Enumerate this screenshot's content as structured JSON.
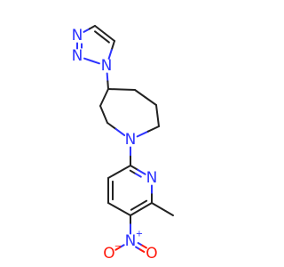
{
  "diagram": {
    "type": "chemical-structure",
    "bond_color": "#222222",
    "element_colors": {
      "N": "#2d33ff",
      "O": "#ff1a0d"
    },
    "atoms": [
      {
        "id": "tN1",
        "element": "N",
        "label": "N"
      },
      {
        "id": "tN2",
        "element": "N",
        "label": "N"
      },
      {
        "id": "tN3",
        "element": "N",
        "label": "N"
      },
      {
        "id": "tC4",
        "element": "C",
        "label": ""
      },
      {
        "id": "tC5",
        "element": "C",
        "label": ""
      },
      {
        "id": "aC4",
        "element": "C",
        "label": ""
      },
      {
        "id": "aC3",
        "element": "C",
        "label": ""
      },
      {
        "id": "aC2",
        "element": "C",
        "label": ""
      },
      {
        "id": "aN1",
        "element": "N",
        "label": "N"
      },
      {
        "id": "aC7",
        "element": "C",
        "label": ""
      },
      {
        "id": "aC6",
        "element": "C",
        "label": ""
      },
      {
        "id": "aC5",
        "element": "C",
        "label": ""
      },
      {
        "id": "pC2",
        "element": "C",
        "label": ""
      },
      {
        "id": "pN1",
        "element": "N",
        "label": "N"
      },
      {
        "id": "pC6",
        "element": "C",
        "label": ""
      },
      {
        "id": "pC5",
        "element": "C",
        "label": ""
      },
      {
        "id": "pC4",
        "element": "C",
        "label": ""
      },
      {
        "id": "pC3",
        "element": "C",
        "label": ""
      },
      {
        "id": "me",
        "element": "C",
        "label": ""
      },
      {
        "id": "nN",
        "element": "N",
        "label": "N",
        "charge": "+"
      },
      {
        "id": "nO1",
        "element": "O",
        "label": "O",
        "charge": "−"
      },
      {
        "id": "nO2",
        "element": "O",
        "label": "O"
      }
    ],
    "bonds": [
      {
        "a": "tN1",
        "b": "tN2",
        "order": 1
      },
      {
        "a": "tN2",
        "b": "tN3",
        "order": 2
      },
      {
        "a": "tN3",
        "b": "tC4",
        "order": 1
      },
      {
        "a": "tC4",
        "b": "tC5",
        "order": 2
      },
      {
        "a": "tC5",
        "b": "tN1",
        "order": 1
      },
      {
        "a": "tN1",
        "b": "aC4",
        "order": 1
      },
      {
        "a": "aC4",
        "b": "aC3",
        "order": 1
      },
      {
        "a": "aC3",
        "b": "aC2",
        "order": 1
      },
      {
        "a": "aC2",
        "b": "aN1",
        "order": 1
      },
      {
        "a": "aN1",
        "b": "aC7",
        "order": 1
      },
      {
        "a": "aC7",
        "b": "aC6",
        "order": 1
      },
      {
        "a": "aC6",
        "b": "aC5",
        "order": 1
      },
      {
        "a": "aC5",
        "b": "aC4",
        "order": 1
      },
      {
        "a": "aN1",
        "b": "pC2",
        "order": 1
      },
      {
        "a": "pC2",
        "b": "pN1",
        "order": 2
      },
      {
        "a": "pN1",
        "b": "pC6",
        "order": 1
      },
      {
        "a": "pC6",
        "b": "pC5",
        "order": 2
      },
      {
        "a": "pC5",
        "b": "pC4",
        "order": 1
      },
      {
        "a": "pC4",
        "b": "pC3",
        "order": 2
      },
      {
        "a": "pC3",
        "b": "pC2",
        "order": 1
      },
      {
        "a": "pC6",
        "b": "me",
        "order": 1
      },
      {
        "a": "pC5",
        "b": "nN",
        "order": 1
      },
      {
        "a": "nN",
        "b": "nO1",
        "order": 1
      },
      {
        "a": "nN",
        "b": "nO2",
        "order": 2
      }
    ]
  }
}
